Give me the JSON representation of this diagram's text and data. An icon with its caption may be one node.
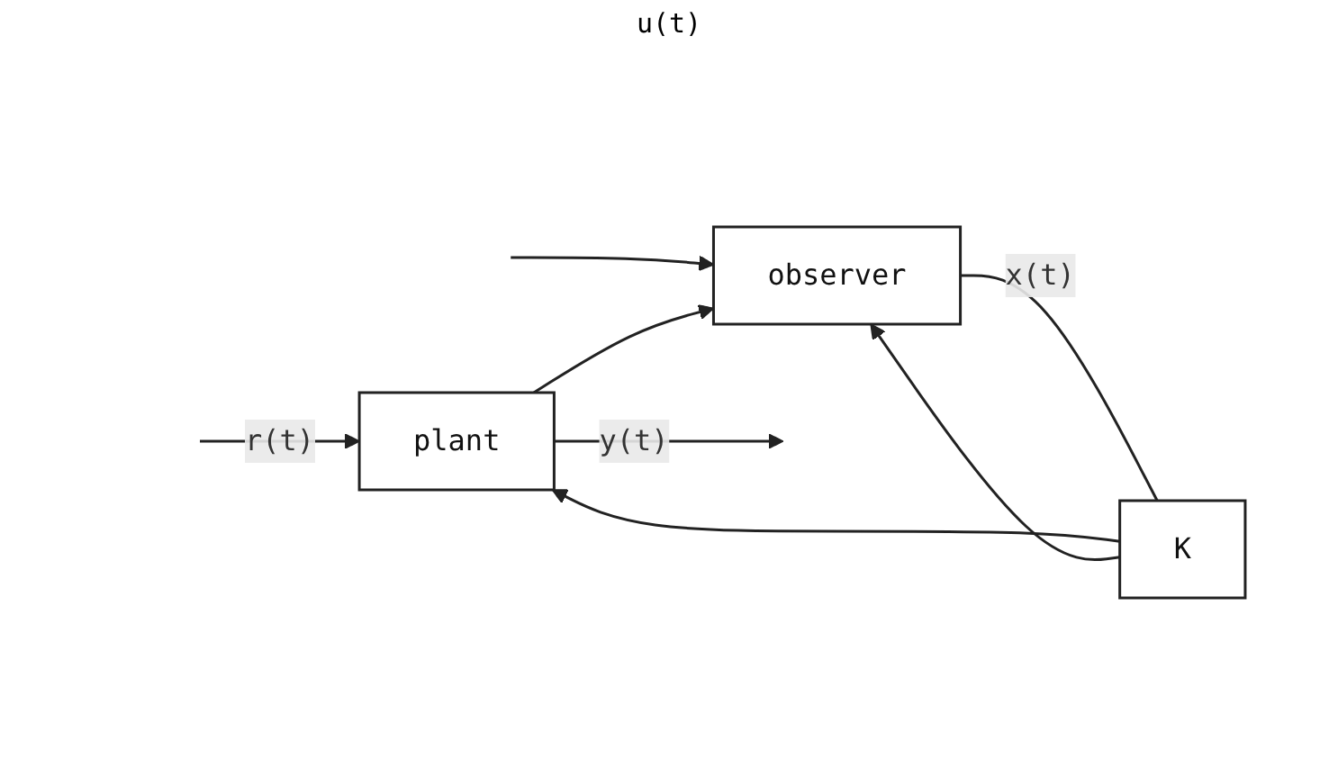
{
  "diagram": {
    "nodes": [
      {
        "text": [
          "plant"
        ]
      },
      {
        "text": [
          "K"
        ]
      },
      {
        "text": [
          "observer"
        ]
      }
    ],
    "edges": [
      {
        "from": null,
        "to": 0,
        "arrow": "to",
        "label": "r(t)"
      },
      {
        "from": 1,
        "to": 0,
        "arrow": "to"
      },
      {
        "from": null,
        "to": 2,
        "arrow": "to"
      },
      {
        "from": 1,
        "to": 2,
        "arrow": "to"
      },
      {
        "from": 0,
        "to": null,
        "arrow": "to",
        "label": "y(t)"
      },
      {
        "from": 0,
        "to": 2,
        "arrow": "to"
      },
      {
        "from": 2,
        "to": 1,
        "arrow": "none",
        "label": "x(t)"
      }
    ],
    "labels": [
      "u(t)"
    ]
  }
}
